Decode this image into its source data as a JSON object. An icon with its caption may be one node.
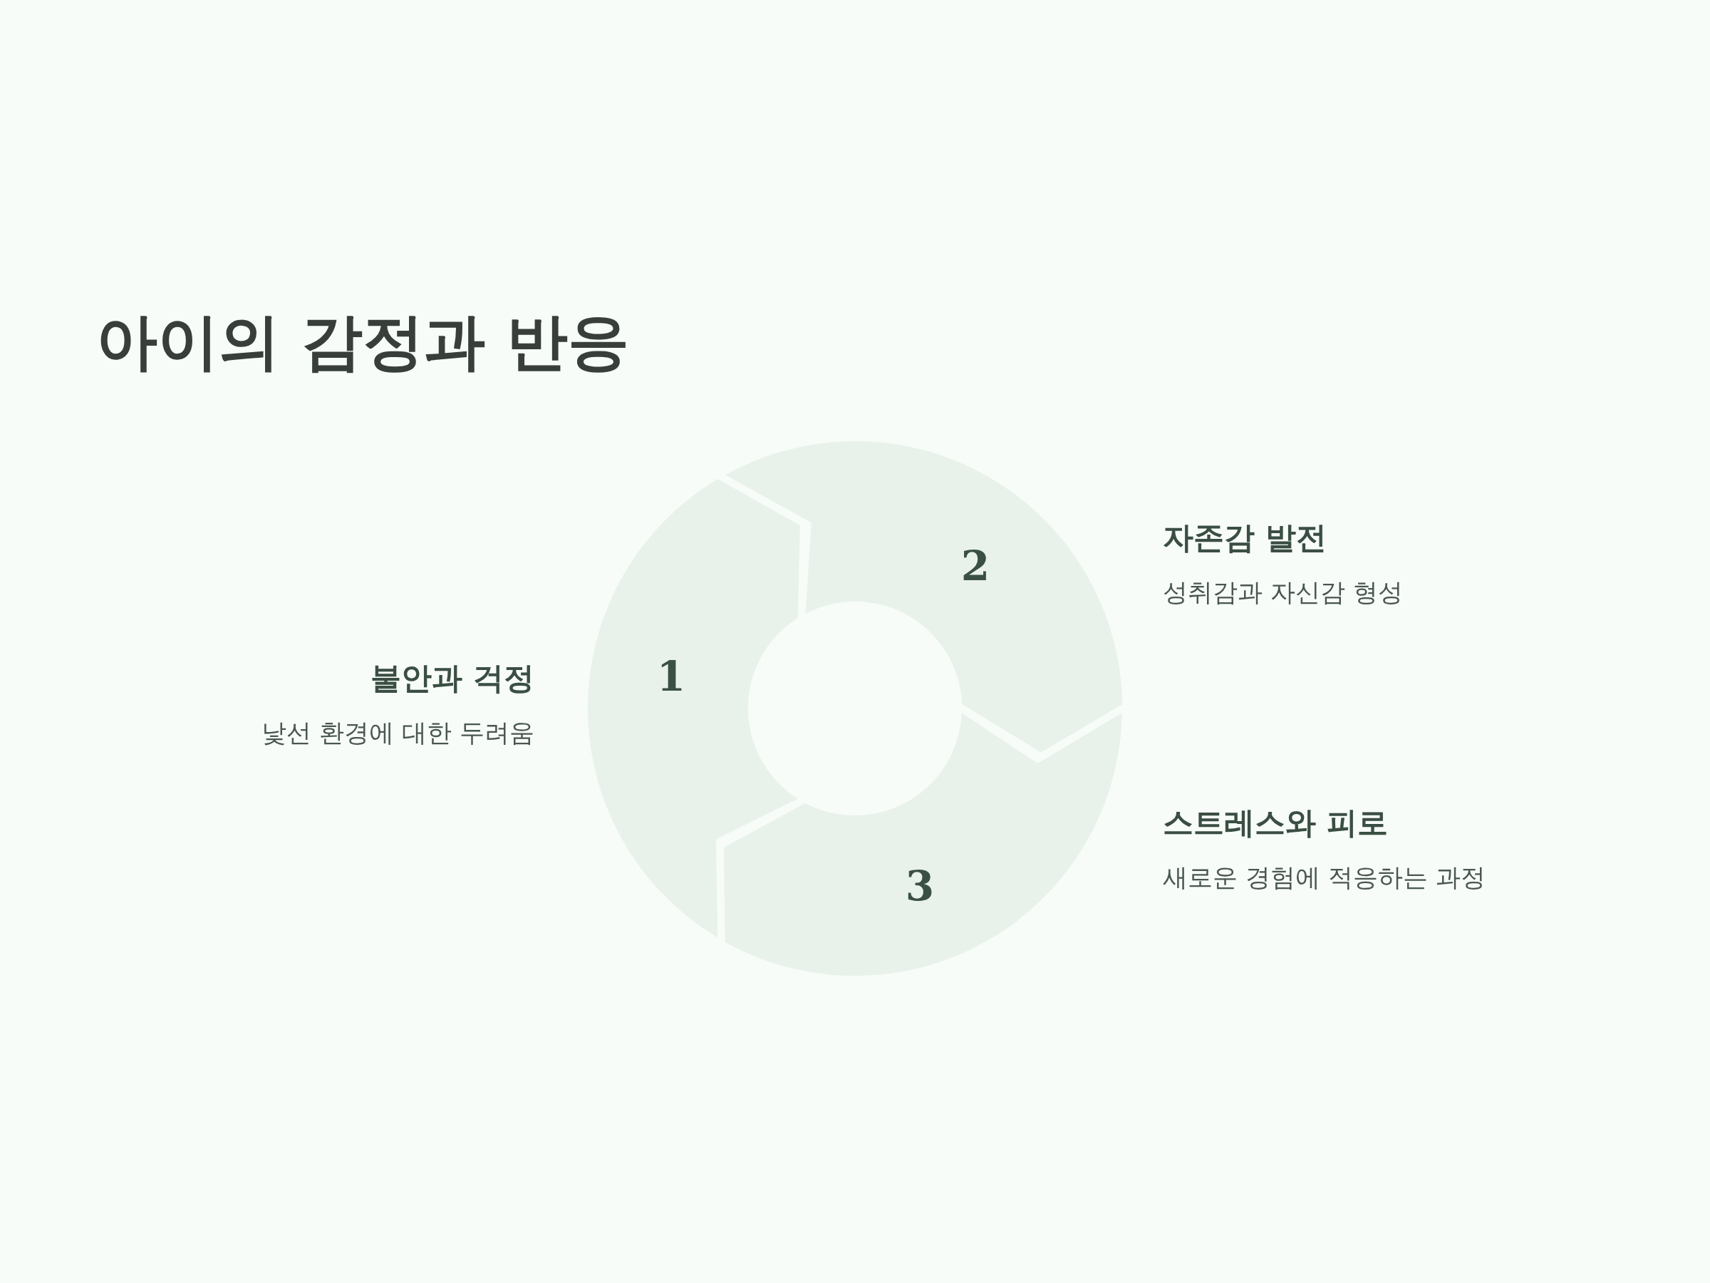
{
  "diagram": {
    "title": "아이의 감정과 반응",
    "nodes": [
      {
        "text": [
          "1"
        ],
        "beside": [
          "불안과 걱정",
          "낯선 환경에 대한 두려움"
        ]
      },
      {
        "text": [
          "2"
        ],
        "beside": [
          "자존감 발전",
          "성취감과 자신감 형성"
        ]
      },
      {
        "text": [
          "3"
        ],
        "beside": [
          "스트레스와 피로",
          "새로운 경험에 적응하는 과정"
        ]
      }
    ]
  }
}
